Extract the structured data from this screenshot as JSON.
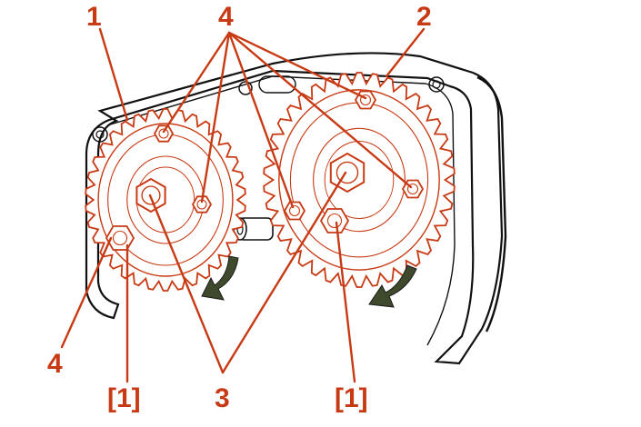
{
  "diagram": {
    "callouts": {
      "c1": "1",
      "c2": "2",
      "c4_top": "4",
      "c4_left": "4",
      "c3": "3",
      "c1b_left": "[1]",
      "c1b_right": "[1]"
    },
    "colors": {
      "accent": "#c83a14",
      "outline": "#111111",
      "arrow": "#3f4a2c",
      "background": "#ffffff"
    },
    "parts": {
      "left_gear_teeth": 34,
      "right_gear_teeth": 38,
      "bolts_per_gear": 4
    },
    "icons": [
      "rotation-arrow-icon"
    ]
  }
}
